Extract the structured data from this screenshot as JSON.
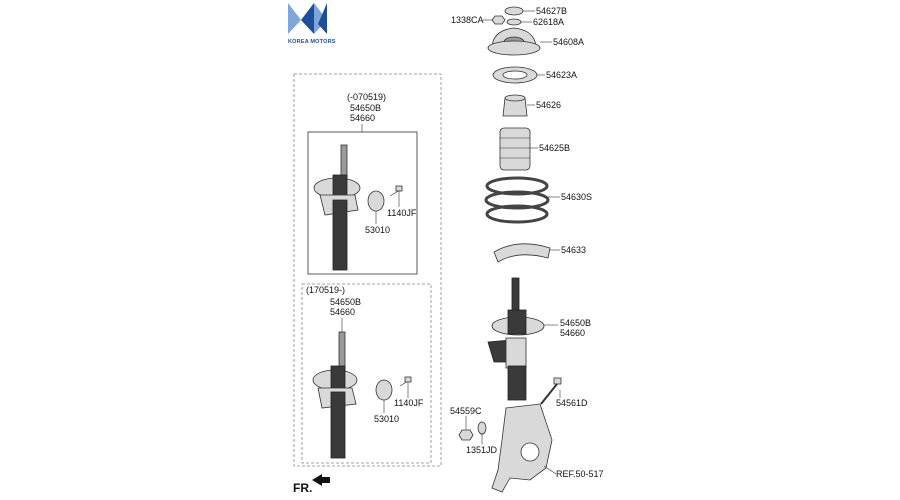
{
  "logo": {
    "text": "KOREA MOTORS",
    "colors": {
      "dark": "#1e4d9b",
      "light": "#7fa6d8"
    }
  },
  "orientation": {
    "label": "FR."
  },
  "left_variants": [
    {
      "period": "(-070519)",
      "part_numbers": [
        "54650B",
        "54660"
      ],
      "labels": [
        "1140JF",
        "53010"
      ]
    },
    {
      "period": "(170519-)",
      "part_numbers": [
        "54650B",
        "54660"
      ],
      "labels": [
        "1140JF",
        "53010"
      ]
    }
  ],
  "parts": {
    "p54627B": "54627B",
    "p1338CA": "1338CA",
    "p62618A": "62618A",
    "p54608A": "54608A",
    "p54623A": "54623A",
    "p54626": "54626",
    "p54625B": "54625B",
    "p54630S": "54630S",
    "p54633": "54633",
    "p54650B": "54650B",
    "p54660": "54660",
    "p54561D": "54561D",
    "p54559C": "54559C",
    "p1351JD": "1351JD",
    "ref": "REF.50-517"
  }
}
